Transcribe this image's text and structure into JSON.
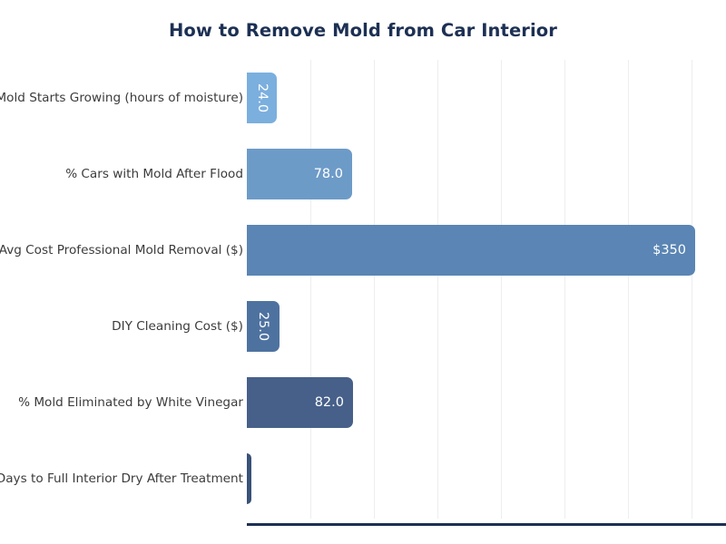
{
  "chart_data": {
    "type": "bar",
    "orientation": "horizontal",
    "title": "How to Remove Mold from Car Interior",
    "xlabel": "",
    "ylabel": "",
    "xlim": [
      0,
      374
    ],
    "grid": true,
    "grid_axis": "x",
    "legend": false,
    "categories": [
      "Mold Starts Growing (hours of moisture)",
      "% Cars with Mold After Flood",
      "Avg Cost Professional Mold Removal ($)",
      "DIY Cleaning Cost ($)",
      "% Mold Eliminated by White Vinegar",
      "Days to Full Interior Dry After Treatment"
    ],
    "values": [
      24.0,
      78.0,
      350.0,
      25.0,
      82.0,
      3.0
    ],
    "value_labels": [
      "24.0",
      "78.0",
      "$350",
      "25.0",
      "82.0",
      ""
    ],
    "label_orientation": [
      "vertical",
      "horizontal",
      "horizontal",
      "vertical",
      "horizontal",
      "none"
    ],
    "bar_colors": [
      "#7bafde",
      "#6d9bc8",
      "#5a85b4",
      "#4e72a0",
      "#466089",
      "#3a5278"
    ],
    "bar_pixel_widths": [
      33,
      116,
      494,
      36,
      117,
      5
    ],
    "title_color": "#1d3054",
    "axis_line_color": "#1d3054",
    "gridline_color": "#eceef1",
    "value_label_color": "#ffffff",
    "category_label_color": "#3b3b3b",
    "background_color": "#ffffff"
  },
  "gridlines": {
    "x_positions": [
      70,
      140,
      210,
      280,
      350,
      420,
      490
    ]
  }
}
